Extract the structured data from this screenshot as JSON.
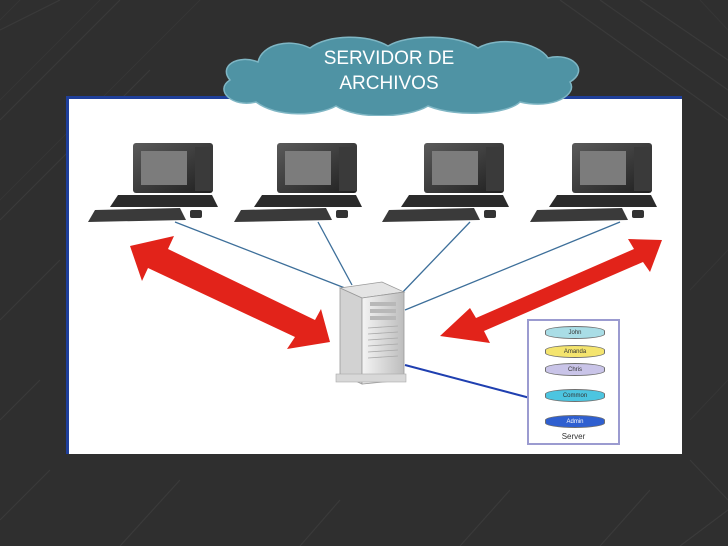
{
  "title": {
    "line1": "SERVIDOR DE",
    "line2": "ARCHIVOS"
  },
  "colors": {
    "background": "#2f2f2f",
    "cloud_fill": "#4f93a4",
    "arrow": "#e2231a",
    "link_line": "#3d6f9a",
    "panel_border": "#1f3f9a"
  },
  "nodes": {
    "clients": [
      {
        "name": "computer-1"
      },
      {
        "name": "computer-2"
      },
      {
        "name": "computer-3"
      },
      {
        "name": "computer-4"
      }
    ],
    "server_box": {
      "users": [
        {
          "label": "John",
          "color": "#a9dde6"
        },
        {
          "label": "Amanda",
          "color": "#f4e46e"
        },
        {
          "label": "Chris",
          "color": "#c9c4e8"
        },
        {
          "label": "Common",
          "color": "#4cc5e0"
        },
        {
          "label": "Admin",
          "color": "#2f5fd0"
        }
      ],
      "caption": "Server"
    }
  }
}
